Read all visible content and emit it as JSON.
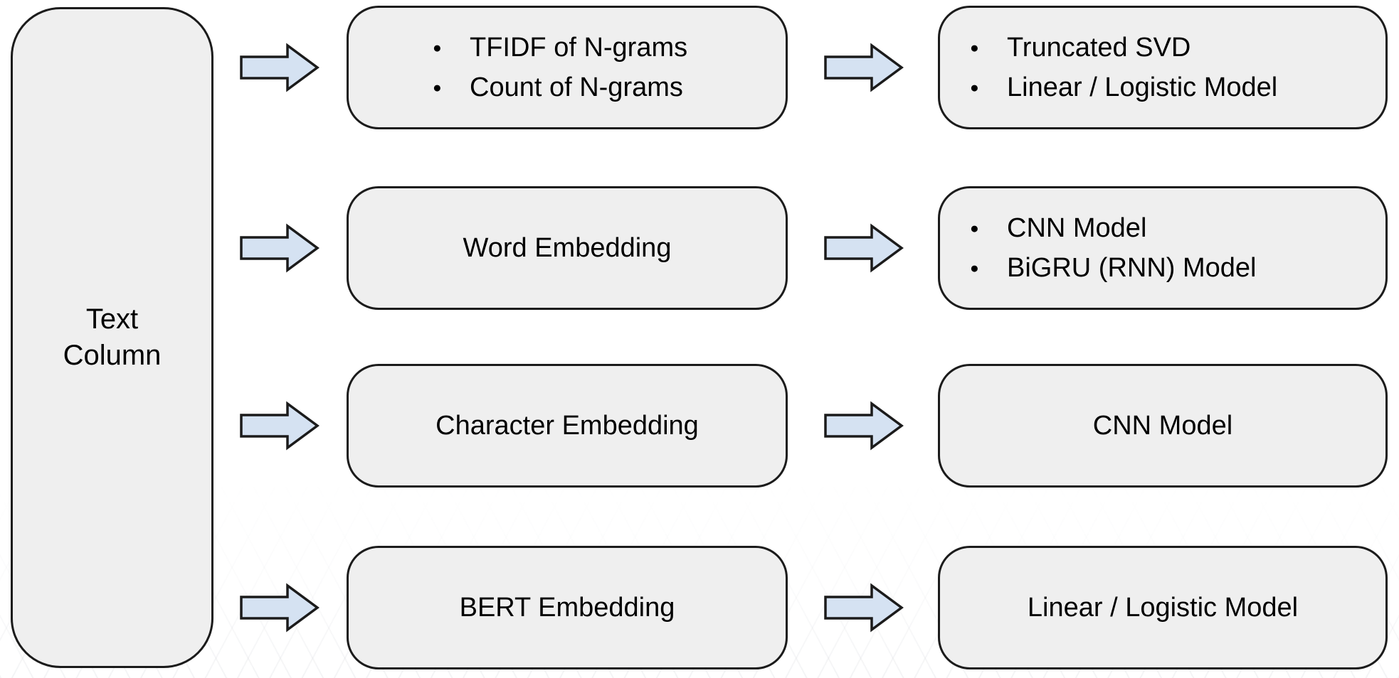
{
  "colors": {
    "box_fill": "#efefef",
    "line_color": "#1b1b1b",
    "arrow_fill": "#d5e2f2",
    "text_color": "#000000",
    "background": "#ffffff"
  },
  "icons": {
    "bullet": "●",
    "arrow": "right-block-arrow"
  },
  "diagram": {
    "source_label": "Text\nColumn",
    "rows": [
      {
        "features": {
          "items": [
            "TFIDF of N-grams",
            "Count of N-grams"
          ]
        },
        "models": {
          "items": [
            "Truncated SVD",
            "Linear / Logistic Model"
          ]
        }
      },
      {
        "features": {
          "label": "Word Embedding"
        },
        "models": {
          "items": [
            "CNN Model",
            "BiGRU (RNN) Model"
          ]
        }
      },
      {
        "features": {
          "label": "Character Embedding"
        },
        "models": {
          "label": "CNN Model"
        }
      },
      {
        "features": {
          "label": "BERT Embedding"
        },
        "models": {
          "label": "Linear / Logistic Model"
        }
      }
    ]
  }
}
